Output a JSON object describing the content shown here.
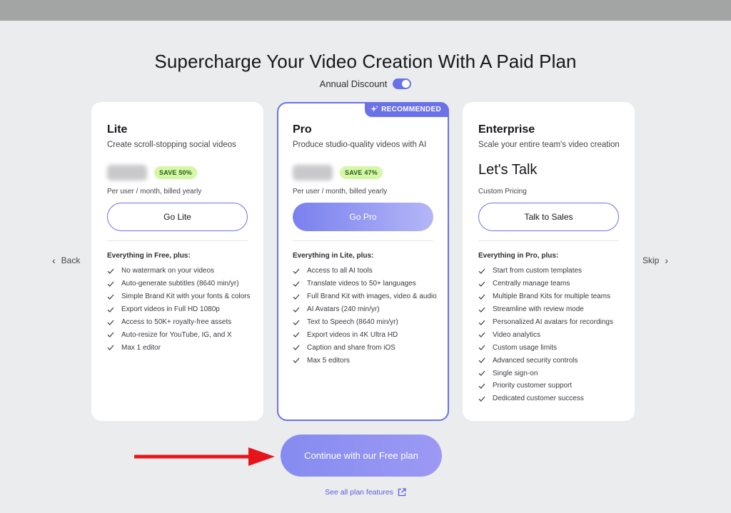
{
  "title": "Supercharge Your Video Creation With A Paid Plan",
  "annual_discount": {
    "label": "Annual Discount",
    "enabled": true
  },
  "nav": {
    "back_label": "Back",
    "skip_label": "Skip"
  },
  "colors": {
    "accent": "#6b72e8",
    "save_badge_bg": "#d4f7a8",
    "arrow": "#e8141c"
  },
  "plans": {
    "lite": {
      "name": "Lite",
      "description": "Create scroll-stopping social videos",
      "save_badge": "SAVE 50%",
      "billing": "Per user / month, billed yearly",
      "cta": "Go Lite",
      "includes": "Everything in Free, plus:",
      "features": [
        "No watermark on your videos",
        "Auto-generate subtitles (8640 min/yr)",
        "Simple Brand Kit with your fonts & colors",
        "Export videos in Full HD 1080p",
        "Access to 50K+ royalty-free assets",
        "Auto-resize for YouTube, IG, and X",
        "Max 1 editor"
      ]
    },
    "pro": {
      "badge": "RECOMMENDED",
      "name": "Pro",
      "description": "Produce studio-quality videos with AI",
      "save_badge": "SAVE 47%",
      "billing": "Per user / month, billed yearly",
      "cta": "Go Pro",
      "includes": "Everything in Lite, plus:",
      "features": [
        "Access to all AI tools",
        "Translate videos to 50+ languages",
        "Full Brand Kit with images, video & audio",
        "AI Avatars (240 min/yr)",
        "Text to Speech (8640 min/yr)",
        "Export videos in 4K Ultra HD",
        "Caption and share from iOS",
        "Max 5 editors"
      ]
    },
    "enterprise": {
      "name": "Enterprise",
      "description": "Scale your entire team's video creation",
      "price": "Let's Talk",
      "billing": "Custom Pricing",
      "cta": "Talk to Sales",
      "includes": "Everything in Pro, plus:",
      "features": [
        "Start from custom templates",
        "Centrally manage teams",
        "Multiple Brand Kits for multiple teams",
        "Streamline with review mode",
        "Personalized AI avatars for recordings",
        "Video analytics",
        "Custom usage limits",
        "Advanced security controls",
        "Single sign-on",
        "Priority customer support",
        "Dedicated customer success"
      ]
    }
  },
  "continue_label": "Continue with our Free plan",
  "see_all_label": "See all plan features",
  "icons": {
    "check": "check-icon",
    "sparkle": "sparkle-icon",
    "external": "external-link-icon",
    "back": "chevron-left-icon",
    "skip": "chevron-right-icon"
  }
}
